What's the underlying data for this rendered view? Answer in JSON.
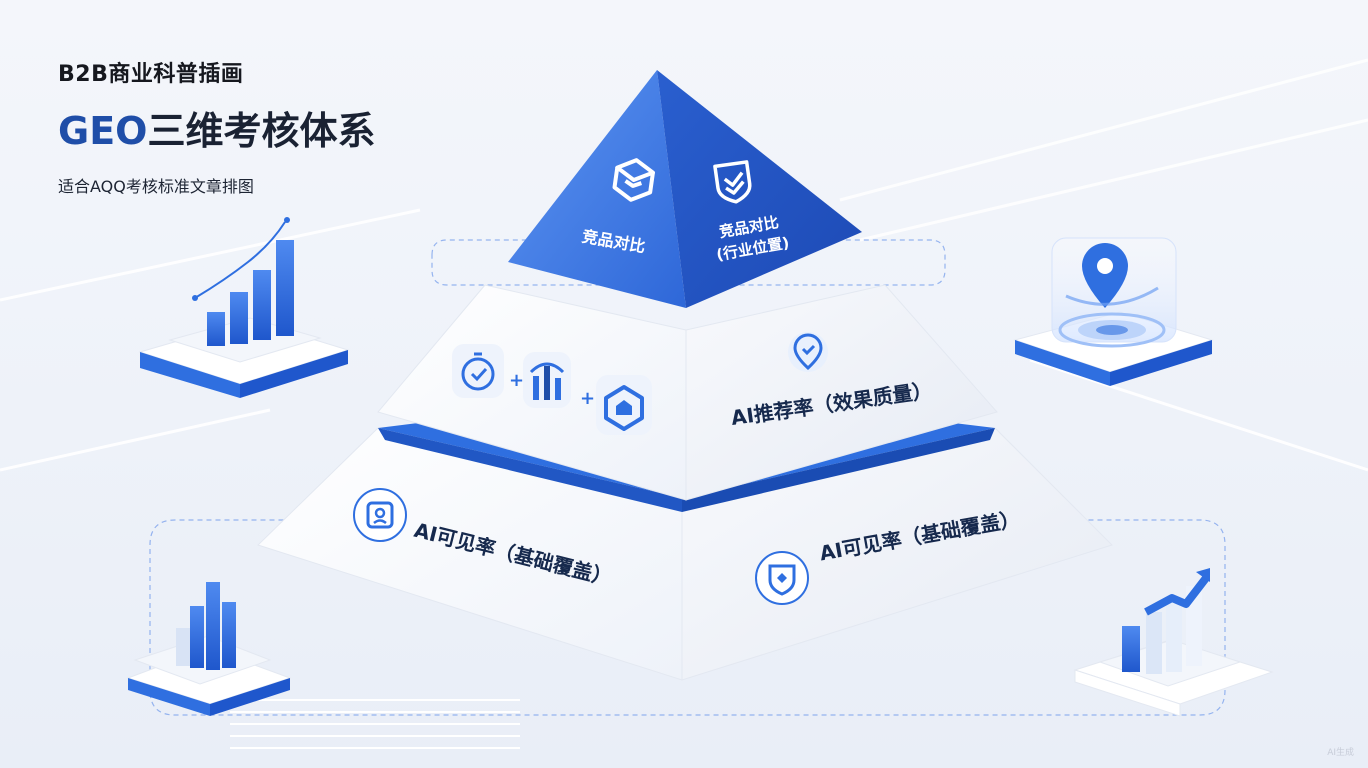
{
  "header": {
    "kicker": "B2B商业科普插画",
    "title_accent": "GEO",
    "title_rest": "三维考核体系",
    "subtitle": "适合AQQ考核标准文章排图"
  },
  "pyramid": {
    "top_left_label": "竞品对比",
    "top_right_label_line1": "竞品对比",
    "top_right_label_line2": "(行业位置)",
    "middle_label": "AI推荐率（效果质量）",
    "bottom_left_label": "AI可见率（基础覆盖）",
    "bottom_right_label": "AI可见率（基础覆盖）",
    "plus_sign": "+"
  },
  "icons": {
    "top_left": "layers-icon",
    "top_right": "shield-check-icon",
    "middle_1": "timer-check-icon",
    "middle_2": "bar-chart-icon",
    "middle_3": "stack-icon",
    "middle_right": "location-check-icon",
    "bottom_left": "face-scan-icon",
    "bottom_right": "shield-icon",
    "corner_top_left": "growth-chart-icon",
    "corner_top_right": "map-pin-icon",
    "corner_bottom_left": "bar-chart-icon",
    "corner_bottom_right": "trend-up-chart-icon"
  },
  "colors": {
    "primary_blue": "#2f6fe0",
    "dark_blue": "#1f4ea8",
    "text_dark": "#16294d",
    "background": "#eef2f9"
  },
  "watermark": "AI生成"
}
